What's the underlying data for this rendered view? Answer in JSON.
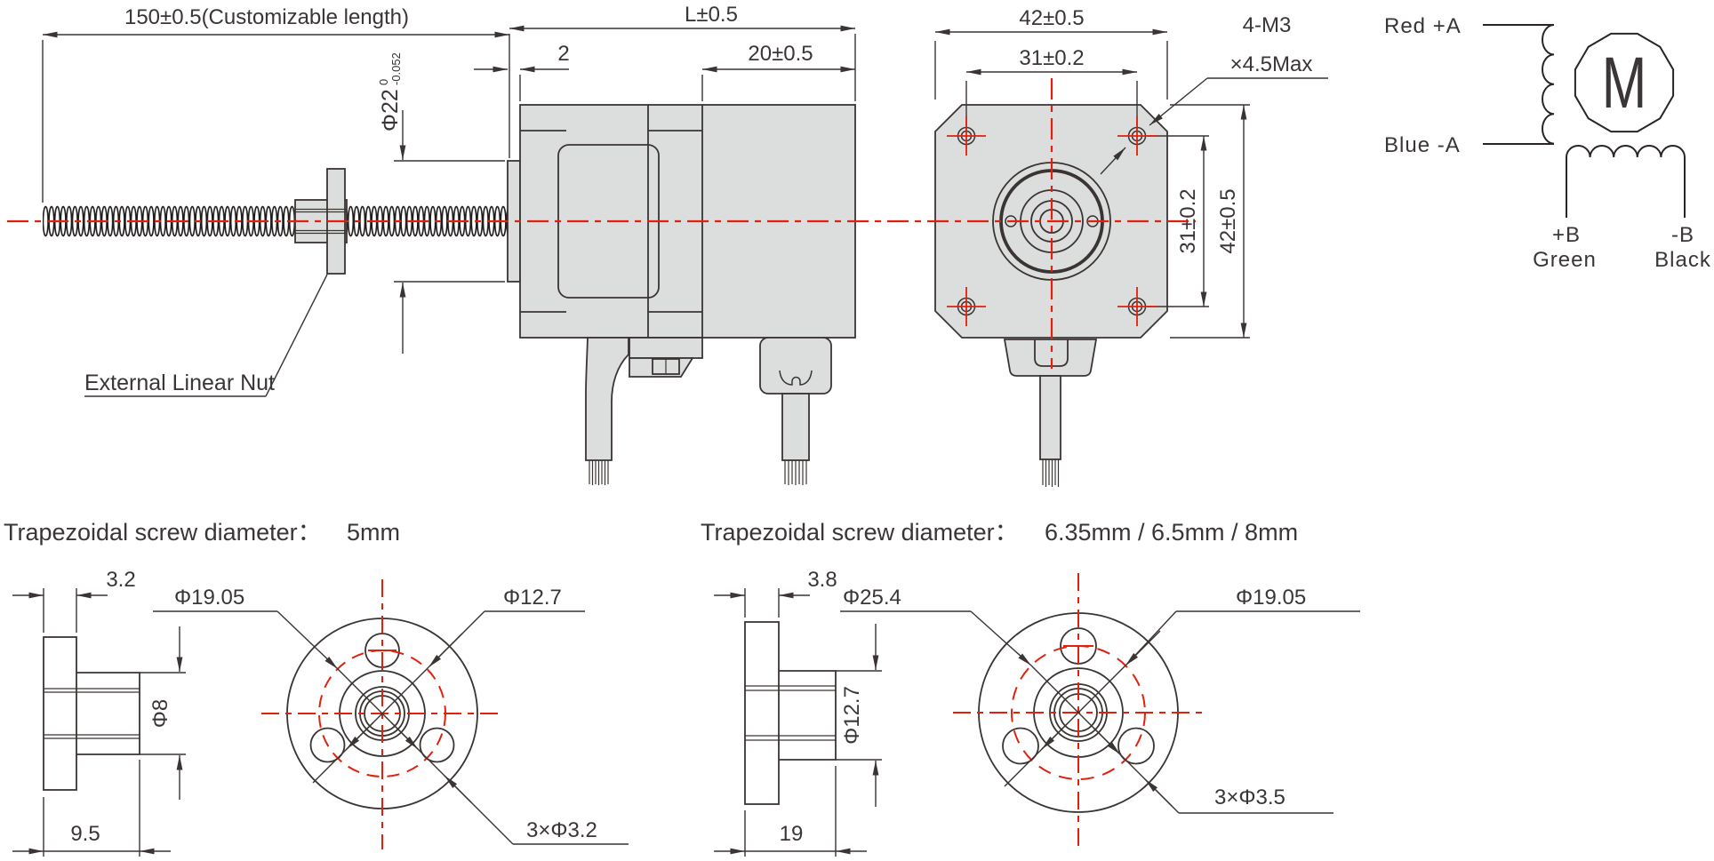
{
  "side_view": {
    "screw_length_dim": "150±0.5(Customizable length)",
    "body_length_dim": "L±0.5",
    "boss_dim": "2",
    "rear_section_dim": "20±0.5",
    "shaft_dia_dim": "Φ22",
    "shaft_tol_upper": "0",
    "shaft_tol_lower": "-0.052",
    "nut_label": "External Linear Nut"
  },
  "front_view": {
    "width_dim": "42±0.5",
    "hole_spacing_h_dim": "31±0.2",
    "hole_spacing_v_dim": "31±0.2",
    "height_dim": "42±0.5",
    "screw_note_line1": "4-M3",
    "screw_note_line2": "×4.5Max"
  },
  "wiring": {
    "phase_a_pos": "Red +A",
    "phase_a_neg": "Blue -A",
    "motor_symbol": "M",
    "phase_b_pos": "+B",
    "phase_b_pos_color": "Green",
    "phase_b_neg": "-B",
    "phase_b_neg_color": "Black"
  },
  "nut_small": {
    "title_label": "Trapezoidal screw diameter：",
    "title_value": "5mm",
    "flange_thickness_dim": "3.2",
    "total_length_dim": "9.5",
    "hub_dia_dim": "Φ8",
    "bcd_dim": "Φ19.05",
    "boss_dia_dim": "Φ12.7",
    "holes_dim": "3×Φ3.2"
  },
  "nut_large": {
    "title_label": "Trapezoidal screw diameter：",
    "title_value": "6.35mm / 6.5mm / 8mm",
    "flange_thickness_dim": "3.8",
    "total_length_dim": "19",
    "hub_dia_dim": "Φ12.7",
    "bcd_dim": "Φ25.4",
    "boss_dia_dim": "Φ19.05",
    "holes_dim": "3×Φ3.5"
  },
  "colors": {
    "centerline_red": "#e1200e",
    "metal_gray": "#dcdedd",
    "line_dark": "#3a3433"
  }
}
